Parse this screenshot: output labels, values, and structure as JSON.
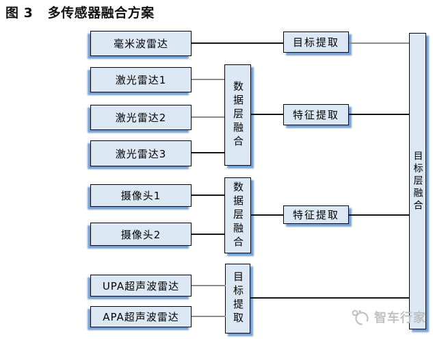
{
  "figure": {
    "title": "图 3   多传感器融合方案"
  },
  "diagram": {
    "sensor_nodes": {
      "mmwave": "毫米波雷达",
      "lidar1": "激光雷达1",
      "lidar2": "激光雷达2",
      "lidar3": "激光雷达3",
      "camera1": "摄像头1",
      "camera2": "摄像头2",
      "upa": "UPA超声波雷达",
      "apa": "APA超声波雷达"
    },
    "process_nodes": {
      "target_extract_top": "目标提取",
      "data_fusion_1": "数据层融合",
      "feature_extract_1": "特征提取",
      "data_fusion_2": "数据层融合",
      "feature_extract_2": "特征提取",
      "target_extract_bottom": "目标提取",
      "target_fusion": "目标层融合"
    }
  },
  "watermark": {
    "text": "智车行家"
  },
  "colors": {
    "node_fill": "#dbe7f3",
    "node_border": "#000000",
    "node_shadow": "#6094d0",
    "line_dark": "#141414",
    "line_gray": "#8c8c8c",
    "watermark_gray": "#babec2"
  }
}
